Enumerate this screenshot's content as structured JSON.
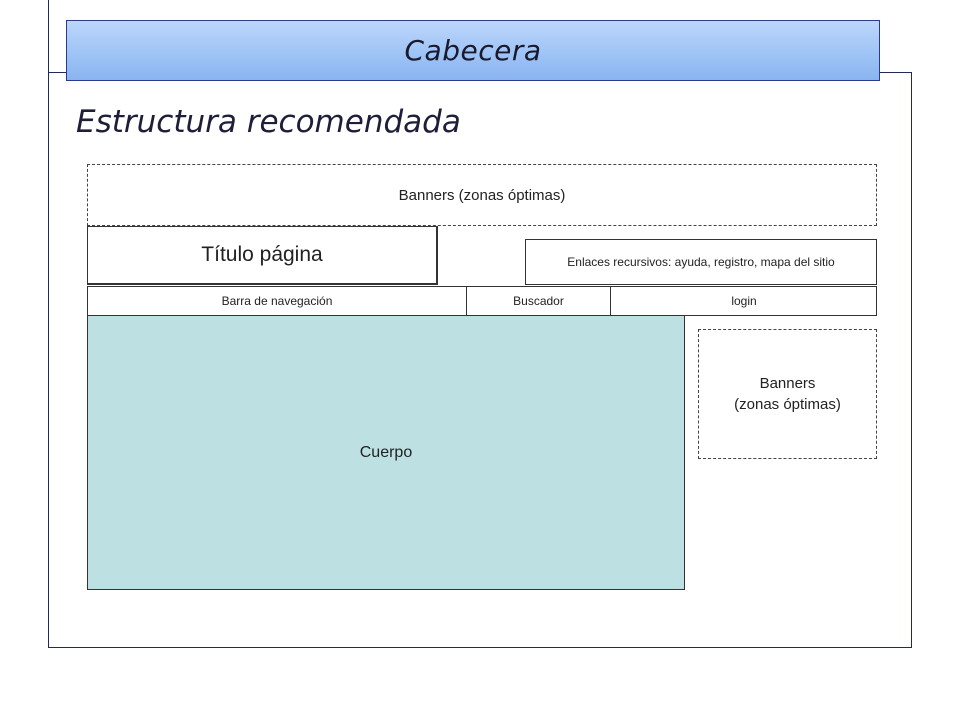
{
  "header": {
    "title": "Cabecera"
  },
  "slide": {
    "subtitle": "Estructura recomendada"
  },
  "layout_diagram": {
    "banner_top": "Banners (zonas óptimas)",
    "page_title": "Título página",
    "recursive_links": "Enlaces recursivos: ayuda, registro, mapa del sitio",
    "nav_bar": "Barra de navegación",
    "search": "Buscador",
    "login": "login",
    "body": "Cuerpo",
    "banner_side": {
      "line1": "Banners",
      "line2": "(zonas óptimas)"
    }
  },
  "colors": {
    "header_band": "#9fc4f6",
    "body_fill": "#bde0e3",
    "frame": "#1f2a5a"
  }
}
